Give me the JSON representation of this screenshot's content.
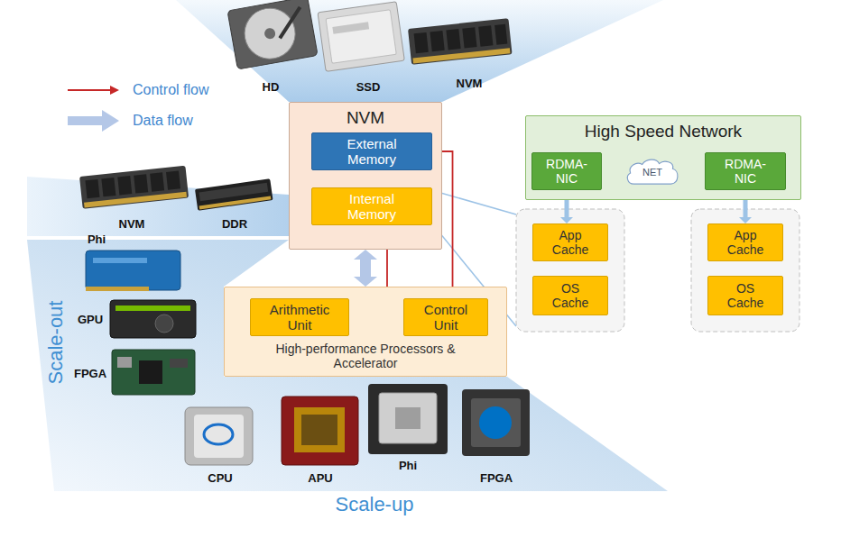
{
  "diagram": {
    "nodes": [
      {
        "text": [
          "NVM"
        ]
      },
      {
        "text": [
          "External Memory"
        ],
        "in": 0
      },
      {
        "text": [
          "Internal Memory"
        ],
        "in": 0
      },
      {
        "text": [
          "High Speed Network"
        ]
      },
      {
        "text": [
          "RDMA-NIC"
        ],
        "in": 3
      },
      {
        "text": [
          "NET"
        ],
        "in": 3
      },
      {
        "text": [
          "RDMA-NIC"
        ],
        "in": 3
      },
      {
        "text": [
          "App Cache"
        ]
      },
      {
        "text": [
          "OS Cache"
        ]
      },
      {
        "text": [
          "App Cache"
        ]
      },
      {
        "text": [
          "OS Cache"
        ]
      },
      {
        "text": [
          "High-performance Processors & Accelerator"
        ]
      },
      {
        "text": [
          "Arithmetic Unit"
        ],
        "in": 11
      },
      {
        "text": [
          "Control Unit"
        ],
        "in": 11
      }
    ],
    "edges": [
      {
        "from": 13,
        "to": 12,
        "arrow": "to"
      },
      {
        "from": 13,
        "to": 2,
        "arrow": "to"
      },
      {
        "from": 13,
        "to": 1,
        "arrow": "to"
      },
      {
        "from": 0,
        "to": 11,
        "arrow": "both"
      },
      {
        "from": 4,
        "to": 5,
        "arrow": "both"
      },
      {
        "from": 5,
        "to": 6,
        "arrow": "both"
      },
      {
        "from": 4,
        "to": 7,
        "arrow": "both"
      },
      {
        "from": 6,
        "to": 9,
        "arrow": "both"
      }
    ],
    "labels": [
      "HD",
      "SSD",
      "NVM",
      "NVM",
      "DDR",
      "Phi",
      "GPU",
      "FPGA",
      "CPU",
      "APU",
      "Phi",
      "FPGA",
      "Scale-out",
      "Scale-up"
    ],
    "legend": [
      {
        "text": "Control flow"
      },
      {
        "text": "Data flow"
      }
    ]
  }
}
